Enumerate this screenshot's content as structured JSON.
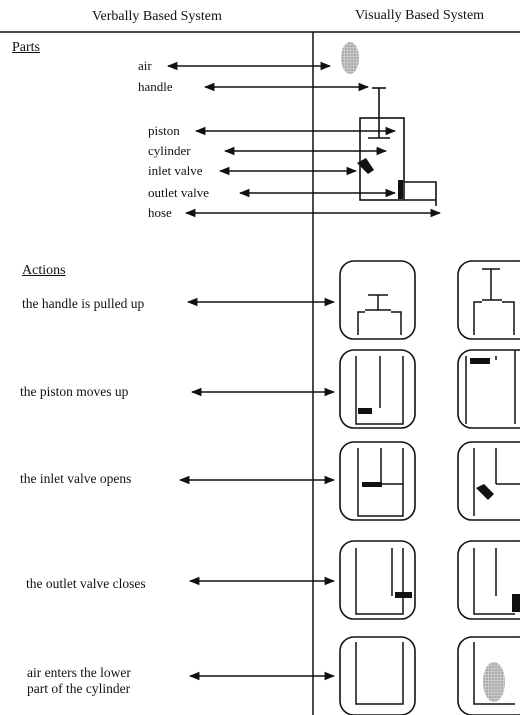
{
  "headers": {
    "verbal": "Verbally Based System",
    "visual": "Visually Based System"
  },
  "parts": {
    "title": "Parts",
    "labels": [
      "air",
      "handle",
      "piston",
      "cylinder",
      "inlet valve",
      "outlet valve",
      "hose"
    ]
  },
  "actions": {
    "title": "Actions",
    "labels": [
      "the handle is pulled up",
      "the piston moves up",
      "the inlet valve opens",
      "the outlet valve closes",
      [
        "air enters the lower",
        "part of the cylinder"
      ]
    ]
  },
  "colors": {
    "ink": "#111111",
    "air_fill": "#b0b0b0"
  }
}
